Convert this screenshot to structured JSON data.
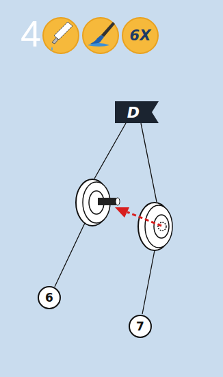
{
  "diagram": {
    "nodes": [
      {
        "text": [
          "6X"
        ]
      },
      {
        "text": [
          "D"
        ]
      },
      {
        "text": [
          "6"
        ]
      },
      {
        "text": [
          "7"
        ]
      }
    ],
    "labels": [
      "4"
    ]
  }
}
